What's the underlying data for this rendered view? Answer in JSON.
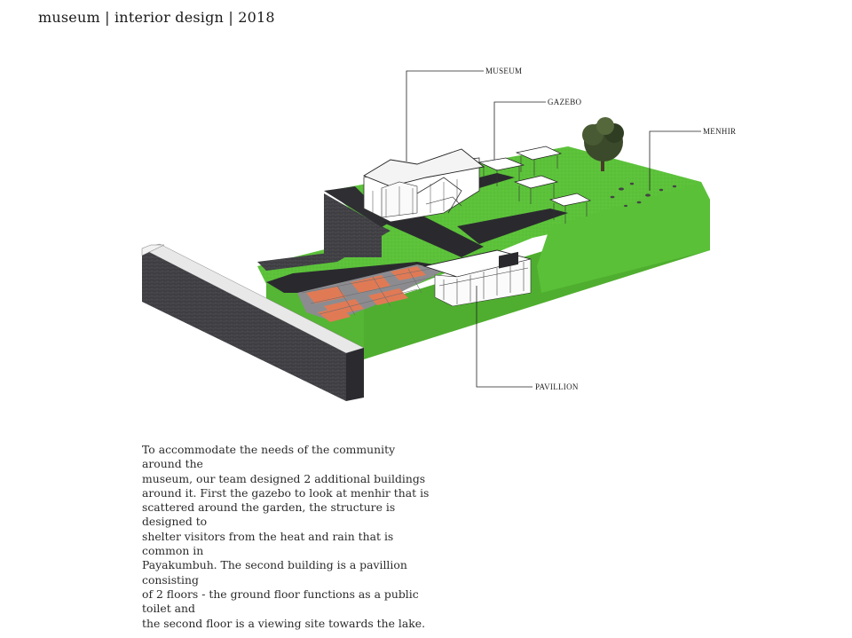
{
  "header": {
    "title": "museum | interior design | 2018"
  },
  "labels": {
    "museum": "MUSEUM",
    "gazebo": "GAZEBO",
    "menhir": "MENHIR",
    "pavillion": "PAVILLION"
  },
  "description": {
    "lines": [
      "To accommodate the needs of the community around the",
      "museum, our team designed 2 additional buildings",
      "around it. First the gazebo to look at menhir that is",
      "scattered around the garden, the structure is designed to",
      "shelter visitors from the heat and rain that is common in",
      "Payakumbuh. The second building is a pavillion consisting",
      "of 2 floors - the ground floor functions as a public toilet and",
      "the second floor is a viewing site towards the lake."
    ]
  },
  "colors": {
    "grass": "#5cc23a",
    "grass_dark": "#49a52c",
    "wall": "#3d3d42",
    "path": "#2a2a2e",
    "tile_orange": "#e07a55",
    "tile_grey": "#8c8c90"
  }
}
